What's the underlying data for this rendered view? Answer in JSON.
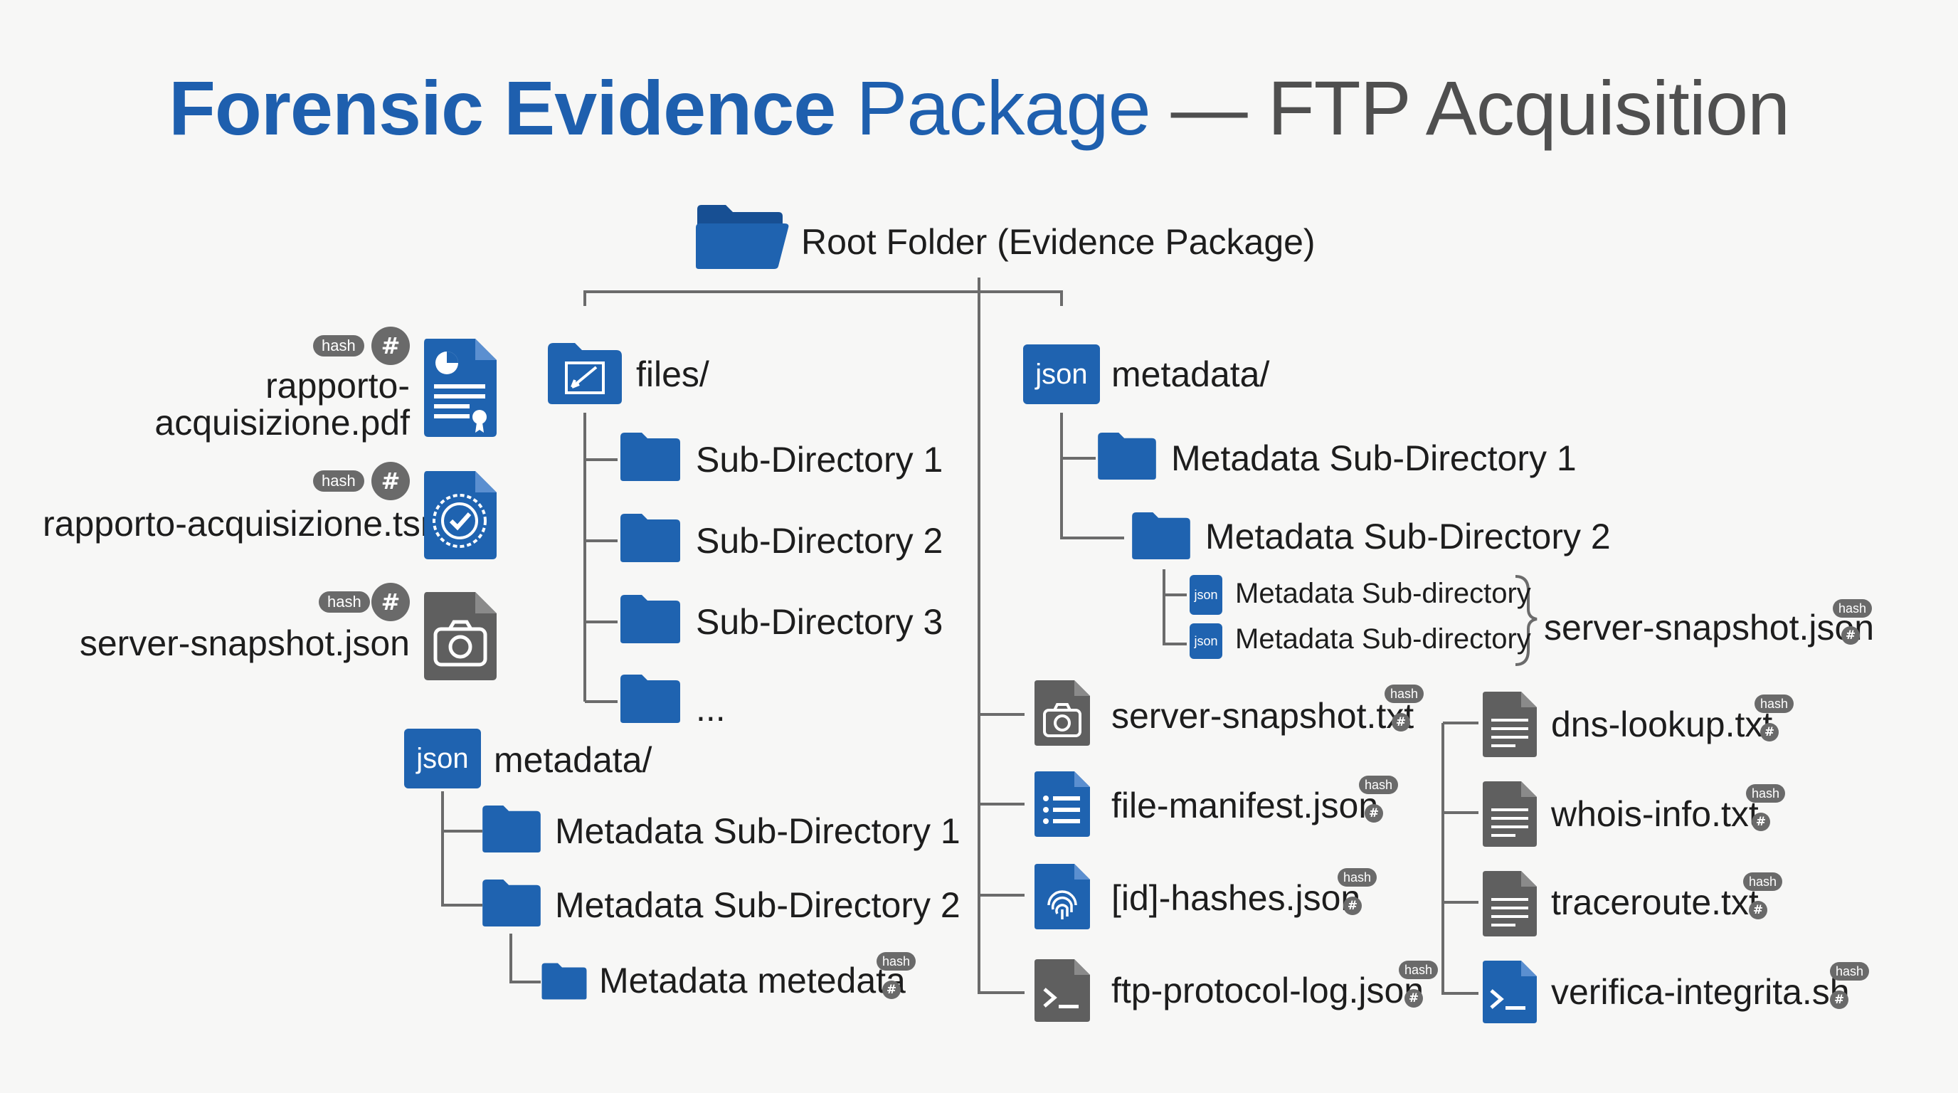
{
  "title": {
    "part1": "Forensic Evidence",
    "part2": "Package",
    "dash": "—",
    "part3": "FTP Acquisition"
  },
  "colors": {
    "blue": "#1f63b0",
    "gray_icon": "#5f5f5f",
    "line": "#6b6b6b",
    "title_blue": "#1e5fae",
    "title_gray": "#4f4f4f"
  },
  "root": {
    "label": "Root Folder (Evidence Package)"
  },
  "badges": {
    "hash": "hash",
    "hash_symbol": "#",
    "json": "json"
  },
  "left_files": [
    {
      "label_line1": "rapporto-",
      "label_line2": "acquisizione.pdf",
      "icon": "pdf-document-icon"
    },
    {
      "label": "rapporto-acquisizione.tsr",
      "icon": "certificate-seal-icon"
    },
    {
      "label": "server-snapshot.json",
      "icon": "camera-icon"
    }
  ],
  "files_dir": {
    "label": "files/",
    "subdirs": [
      "Sub-Directory 1",
      "Sub-Directory 2",
      "Sub-Directory 3",
      "..."
    ]
  },
  "left_metadata": {
    "label": "metadata/",
    "subdirs": [
      "Metadata Sub-Directory 1",
      "Metadata Sub-Directory 2"
    ],
    "nested": "Metadata metedata"
  },
  "right_metadata": {
    "label": "metadata/",
    "subdirs": [
      "Metadata Sub-Directory 1",
      "Metadata Sub-Directory 2"
    ],
    "nested": [
      "Metadata Sub-directory",
      "Metadata Sub-directory"
    ],
    "brace_target": "server-snapshot.json"
  },
  "root_files": [
    {
      "label": "server-snapshot.txt",
      "icon": "camera-icon"
    },
    {
      "label": "file-manifest.json",
      "icon": "list-document-icon"
    },
    {
      "label": "[id]-hashes.json",
      "icon": "fingerprint-document-icon"
    },
    {
      "label": "ftp-protocol-log.json",
      "icon": "terminal-icon"
    }
  ],
  "network_files": [
    {
      "label": "dns-lookup.txt",
      "icon": "text-document-icon"
    },
    {
      "label": "whois-info.txt",
      "icon": "text-document-icon"
    },
    {
      "label": "traceroute.txt",
      "icon": "text-document-icon"
    },
    {
      "label": "verifica-integrita.sh",
      "icon": "terminal-icon"
    }
  ]
}
